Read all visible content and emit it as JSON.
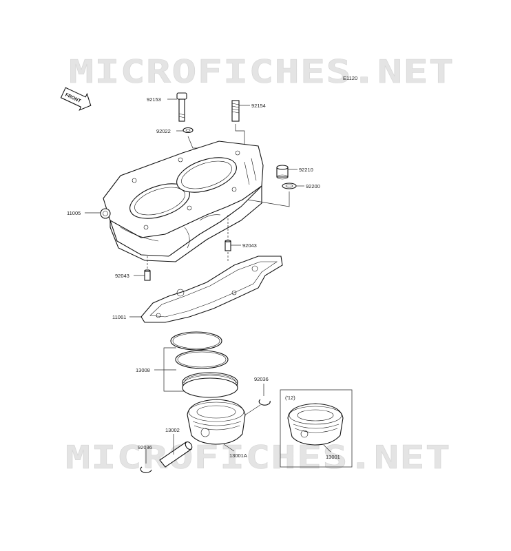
{
  "diagram": {
    "code": "E1120",
    "watermark": "MICROFICHES.NET",
    "front_label": "FRONT",
    "inset_note": "('12)"
  },
  "parts": [
    {
      "id": "p92153",
      "number": "92153"
    },
    {
      "id": "p92154",
      "number": "92154"
    },
    {
      "id": "p92022",
      "number": "92022"
    },
    {
      "id": "p92210",
      "number": "92210"
    },
    {
      "id": "p92200",
      "number": "92200"
    },
    {
      "id": "p11005",
      "number": "11005"
    },
    {
      "id": "p92043a",
      "number": "92043"
    },
    {
      "id": "p92043b",
      "number": "92043"
    },
    {
      "id": "p11061",
      "number": "11061"
    },
    {
      "id": "p13008",
      "number": "13008"
    },
    {
      "id": "p92036a",
      "number": "92036"
    },
    {
      "id": "p13002",
      "number": "13002"
    },
    {
      "id": "p92036b",
      "number": "92036"
    },
    {
      "id": "p13001A",
      "number": "13001A"
    },
    {
      "id": "p13001",
      "number": "13001"
    }
  ]
}
